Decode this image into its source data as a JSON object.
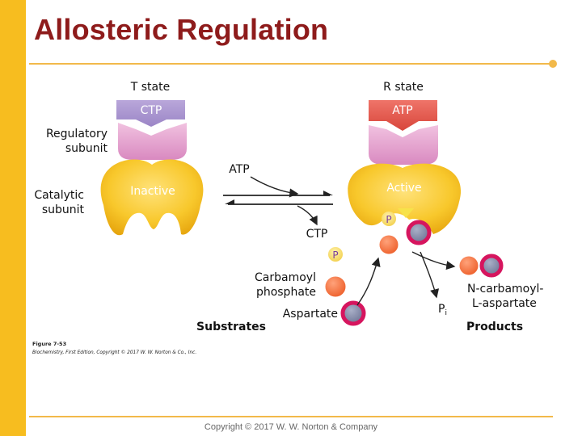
{
  "slide": {
    "title": "Allosteric Regulation",
    "copyright": "Copyright © 2017 W. W. Norton & Company"
  },
  "figure": {
    "t_state": "T state",
    "r_state": "R state",
    "ctp_regulator": "CTP",
    "atp_regulator": "ATP",
    "regulatory_label_1": "Regulatory",
    "regulatory_label_2": "subunit",
    "catalytic_label_1": "Catalytic",
    "catalytic_label_2": "subunit",
    "inactive": "Inactive",
    "active": "Active",
    "arrow_atp": "ATP",
    "arrow_ctp": "CTP",
    "phosphate_symbol": "P",
    "carbamoyl_1": "Carbamoyl",
    "carbamoyl_2": "phosphate",
    "aspartate": "Aspartate",
    "substrates": "Substrates",
    "product_1": "N-carbamoyl-",
    "product_2": "L-aspartate",
    "pi": "P",
    "pi_sub": "i",
    "products": "Products",
    "caption_1": "Figure 7-53",
    "caption_2": "Biochemistry, First Edition, Copyright © 2017 W. W. Norton & Co., Inc."
  },
  "colors": {
    "sidebar": "#f7bd1f",
    "title": "#8e1b1b",
    "accent_line": "#f2b94a",
    "ctp_purple": "#a793cc",
    "atp_red": "#e55a4f",
    "regulatory_pink": "#e8a2cf",
    "catalytic_yellow": "#f6c21c",
    "aspartate_magenta": "#d6155e",
    "carbamoyl_orange": "#f26d3b"
  }
}
